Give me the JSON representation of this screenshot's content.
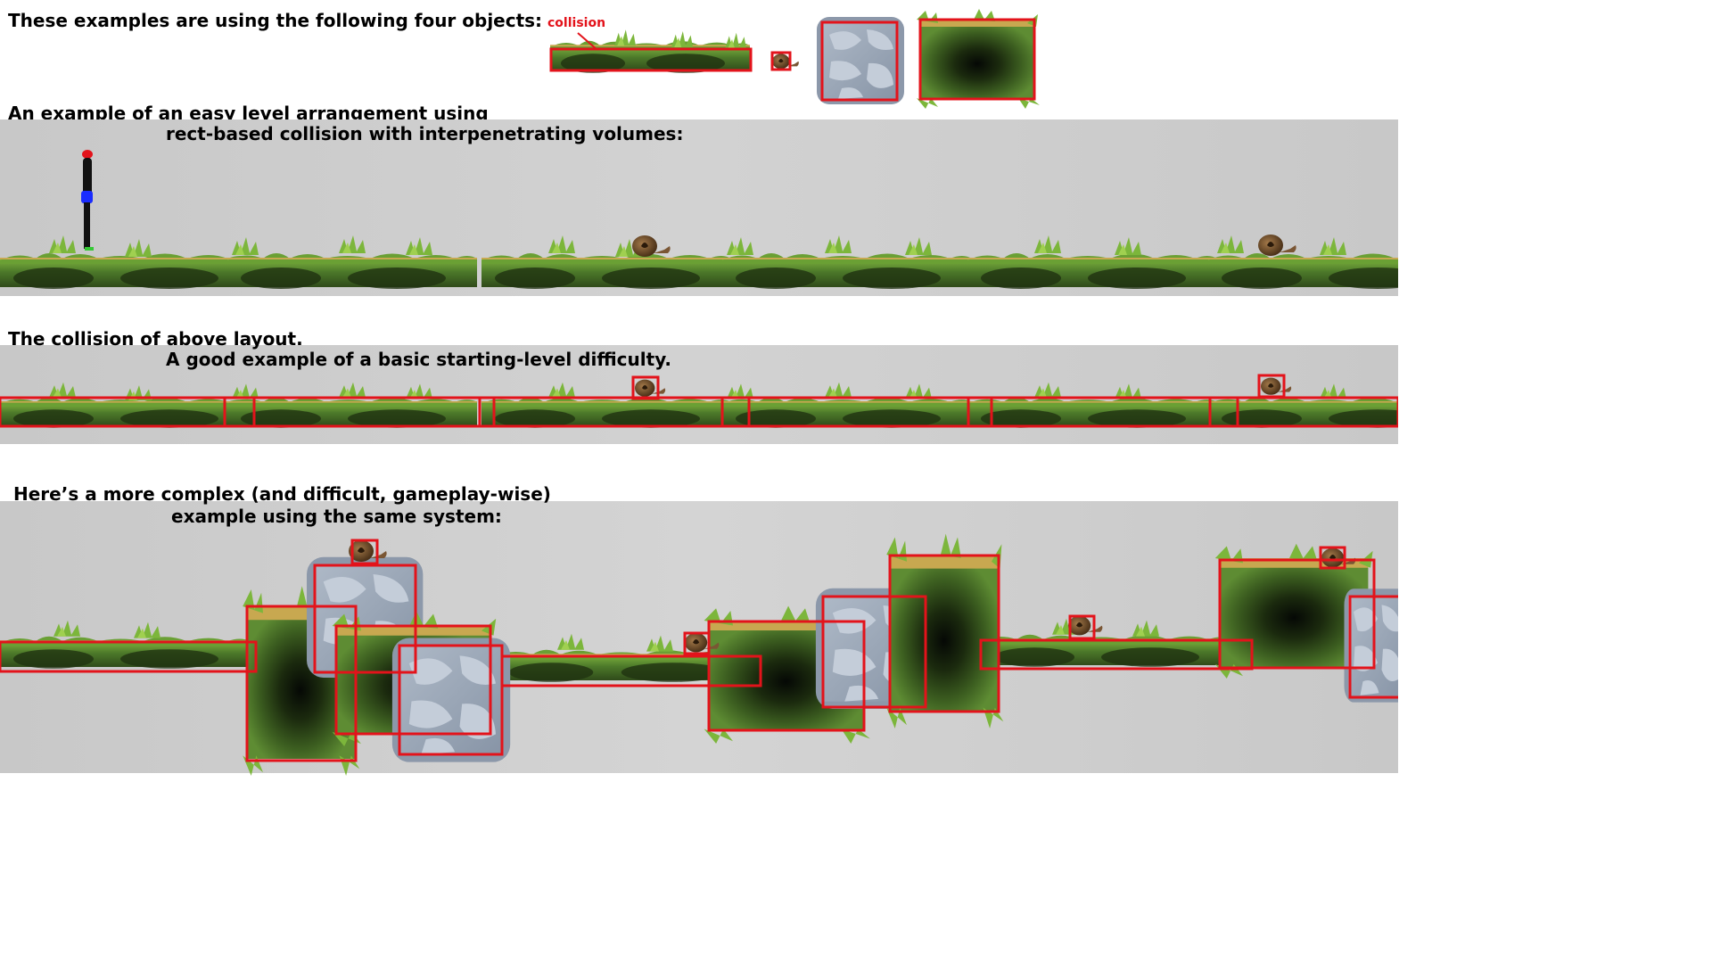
{
  "captions": {
    "objects_intro": "These examples are using the following four objects:",
    "collision_label": "collision",
    "easy_line1": "An example of an easy level arrangement using",
    "easy_line2": "rect-based collision with interpenetrating volumes:",
    "collision_line1": "The collision of above layout.",
    "collision_line2": "A good example of a basic starting-level difficulty.",
    "complex_line1": "Here’s a more complex (and difficult, gameplay-wise)",
    "complex_line2": "example using the same system:"
  },
  "colors": {
    "collision": "#e3131b",
    "band": "#cfcfcf",
    "grass_dark": "#2f4a1a",
    "grass_mid": "#4d7a2a",
    "grass_light": "#7fb33e",
    "rock": "#9aa6b6",
    "rock_light": "#b9c3d0",
    "pit": "#0c1205",
    "snail": "#6b4a2a"
  },
  "objects": [
    {
      "name": "grass-platform"
    },
    {
      "name": "snail-enemy"
    },
    {
      "name": "stone-block"
    },
    {
      "name": "grass-pit-block"
    }
  ]
}
